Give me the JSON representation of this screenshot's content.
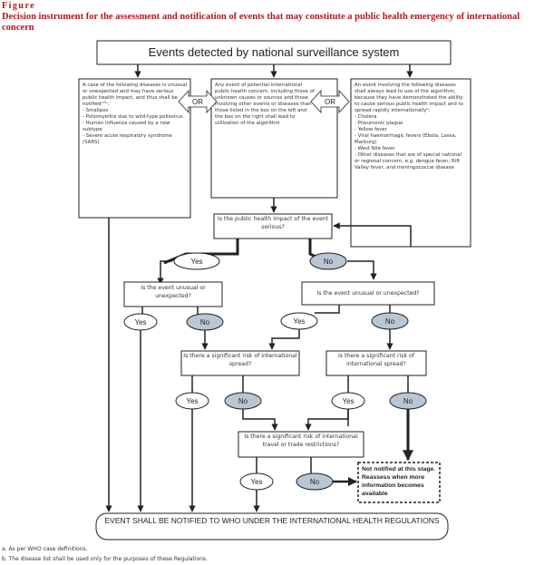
{
  "figure": {
    "label": "Figure",
    "title": "Decision instrument for the assessment and notification of events that may constitute a public health emergency of international concern"
  },
  "header_box": "Events detected by national surveillance system",
  "left_box": {
    "text": "A case of the following diseases is unusual or unexpected and may have serious public health impact, and thus shall be notifiedᵃʺᵇ:",
    "items": [
      "Smallpox",
      "Poliomyelitis due to wild-type poliovirus",
      "Human influenza caused by a new subtype",
      "Severe acute respiratory syndrome (SARS)"
    ]
  },
  "middle_box": {
    "text": "Any event of potential international public health concern, including those of unknown causes or sources and those involving other events or diseases than those listed in the box on the left and the box on the right shall lead to utilization of the algorithm"
  },
  "right_box": {
    "text": "An event involving the following diseases shall always lead to use of the algorithm, because they have demonstrated the ability to cause serious public health impact and to spread rapidly internationallyᵇ:",
    "items": [
      "Cholera",
      "Pneumonic plague",
      "Yellow fever",
      "Viral haemorrhagic fevers (Ebola, Lassa, Marburg)",
      "West Nile fever",
      "Other diseases that are of special national or regional concern, e.g. dengue fever, Rift Valley fever, and meningococcal disease"
    ]
  },
  "or_label": "OR",
  "questions": {
    "serious": "Is the public health impact of the event serious?",
    "unusual": "Is the event unusual or unexpected?",
    "spread": "Is there a significant risk of international spread?",
    "restrictions": "Is there a significant risk of international travel or trade restrictions?"
  },
  "answers": {
    "yes": "Yes",
    "no": "No"
  },
  "not_notified": "Not notified at this stage. Reassess when more information becomes available",
  "notify_box": "EVENT SHALL BE NOTIFIED TO WHO UNDER THE INTERNATIONAL HEALTH REGULATIONS",
  "footnotes": [
    "a. As per WHO case definitions.",
    "b. The disease list shall be used only for the purposes of these Regulations."
  ],
  "colors": {
    "title": "#b0191e",
    "no_fill": "#b9c6d3",
    "stroke": "#222222"
  }
}
